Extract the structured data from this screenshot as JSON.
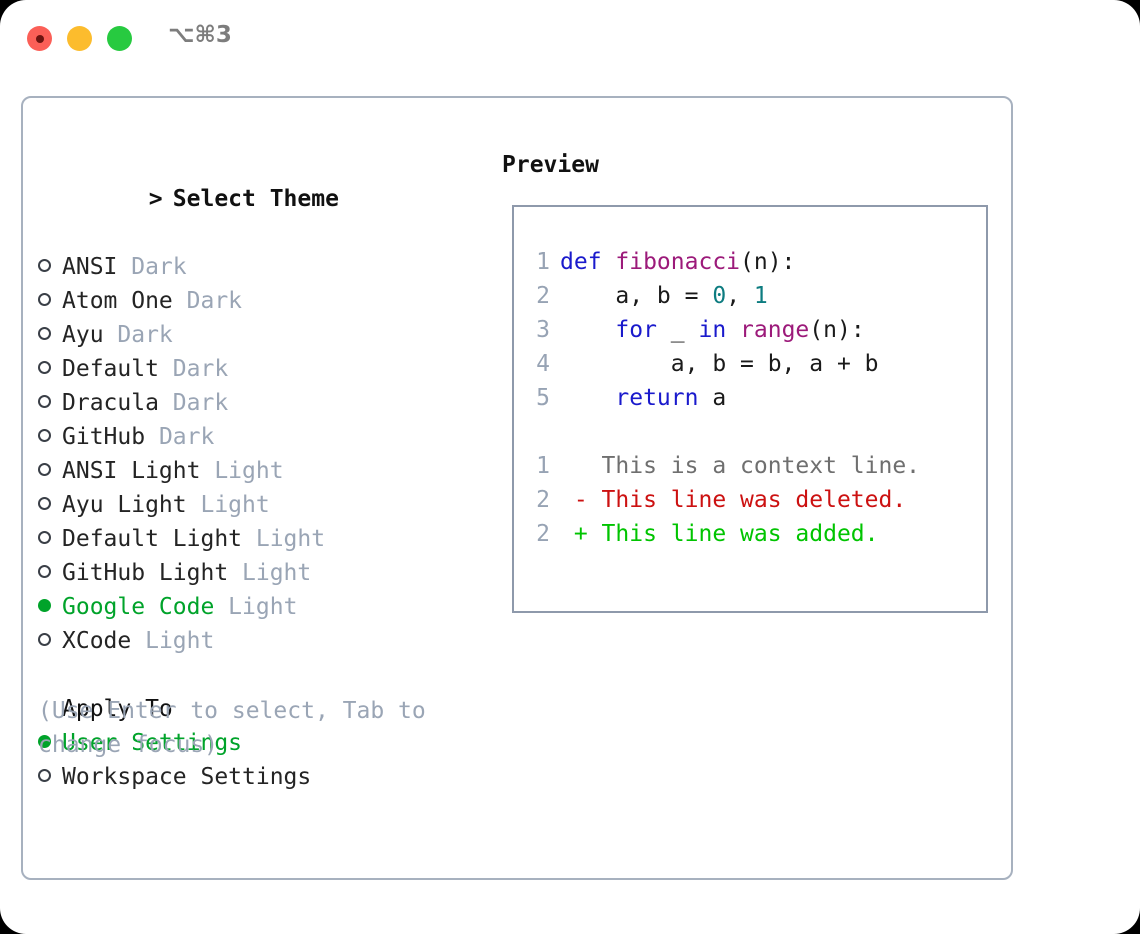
{
  "window": {
    "shortcut": "⌥⌘3",
    "traffic_lights": [
      "close-red",
      "minimize-yellow",
      "maximize-green"
    ],
    "colors": {
      "red": "#fb5f57",
      "yellow": "#fcbc2d",
      "green": "#27ca40",
      "panel_border": "#a7b1bf",
      "preview_border": "#8e99ab",
      "accent_selected": "#00a32a",
      "muted": "#9aa5b5"
    }
  },
  "theme_picker": {
    "prompt_marker": ">",
    "title": "Select Theme",
    "items": [
      {
        "name": "ANSI",
        "badge": "Dark",
        "selected": false
      },
      {
        "name": "Atom One",
        "badge": "Dark",
        "selected": false
      },
      {
        "name": "Ayu",
        "badge": "Dark",
        "selected": false
      },
      {
        "name": "Default",
        "badge": "Dark",
        "selected": false
      },
      {
        "name": "Dracula",
        "badge": "Dark",
        "selected": false
      },
      {
        "name": "GitHub",
        "badge": "Dark",
        "selected": false
      },
      {
        "name": "ANSI Light",
        "badge": "Light",
        "selected": false
      },
      {
        "name": "Ayu Light",
        "badge": "Light",
        "selected": false
      },
      {
        "name": "Default Light",
        "badge": "Light",
        "selected": false
      },
      {
        "name": "GitHub Light",
        "badge": "Light",
        "selected": false
      },
      {
        "name": "Google Code",
        "badge": "Light",
        "selected": true
      },
      {
        "name": "XCode",
        "badge": "Light",
        "selected": false
      }
    ]
  },
  "apply_to": {
    "title": "Apply To",
    "items": [
      {
        "name": "User Settings",
        "badge": "",
        "selected": true
      },
      {
        "name": "Workspace Settings",
        "badge": "",
        "selected": false
      }
    ]
  },
  "hint": "(Use Enter to select, Tab to change focus)",
  "preview": {
    "title": "Preview",
    "code_lines": [
      {
        "number": "1",
        "tokens": [
          {
            "text": "def ",
            "cls": "kw"
          },
          {
            "text": "fibonacci",
            "cls": "fn"
          },
          {
            "text": "(n):",
            "cls": "pun"
          }
        ]
      },
      {
        "number": "2",
        "tokens": [
          {
            "text": "    a, b = ",
            "cls": "id"
          },
          {
            "text": "0",
            "cls": "num"
          },
          {
            "text": ", ",
            "cls": "pun"
          },
          {
            "text": "1",
            "cls": "num"
          }
        ]
      },
      {
        "number": "3",
        "tokens": [
          {
            "text": "    ",
            "cls": "id"
          },
          {
            "text": "for",
            "cls": "kw"
          },
          {
            "text": " _ ",
            "cls": "id"
          },
          {
            "text": "in",
            "cls": "kw"
          },
          {
            "text": " ",
            "cls": "id"
          },
          {
            "text": "range",
            "cls": "fn"
          },
          {
            "text": "(n):",
            "cls": "pun"
          }
        ]
      },
      {
        "number": "4",
        "tokens": [
          {
            "text": "        a, b = b, a + b",
            "cls": "id"
          }
        ]
      },
      {
        "number": "5",
        "tokens": [
          {
            "text": "    ",
            "cls": "id"
          },
          {
            "text": "return",
            "cls": "kw"
          },
          {
            "text": " a",
            "cls": "id"
          }
        ]
      }
    ],
    "diff_lines": [
      {
        "number": "1",
        "sign": " ",
        "text": "This is a context line.",
        "cls": "ctx"
      },
      {
        "number": "2",
        "sign": "-",
        "text": "This line was deleted.",
        "cls": "del"
      },
      {
        "number": "2",
        "sign": "+",
        "text": "This line was added.",
        "cls": "add"
      }
    ]
  }
}
